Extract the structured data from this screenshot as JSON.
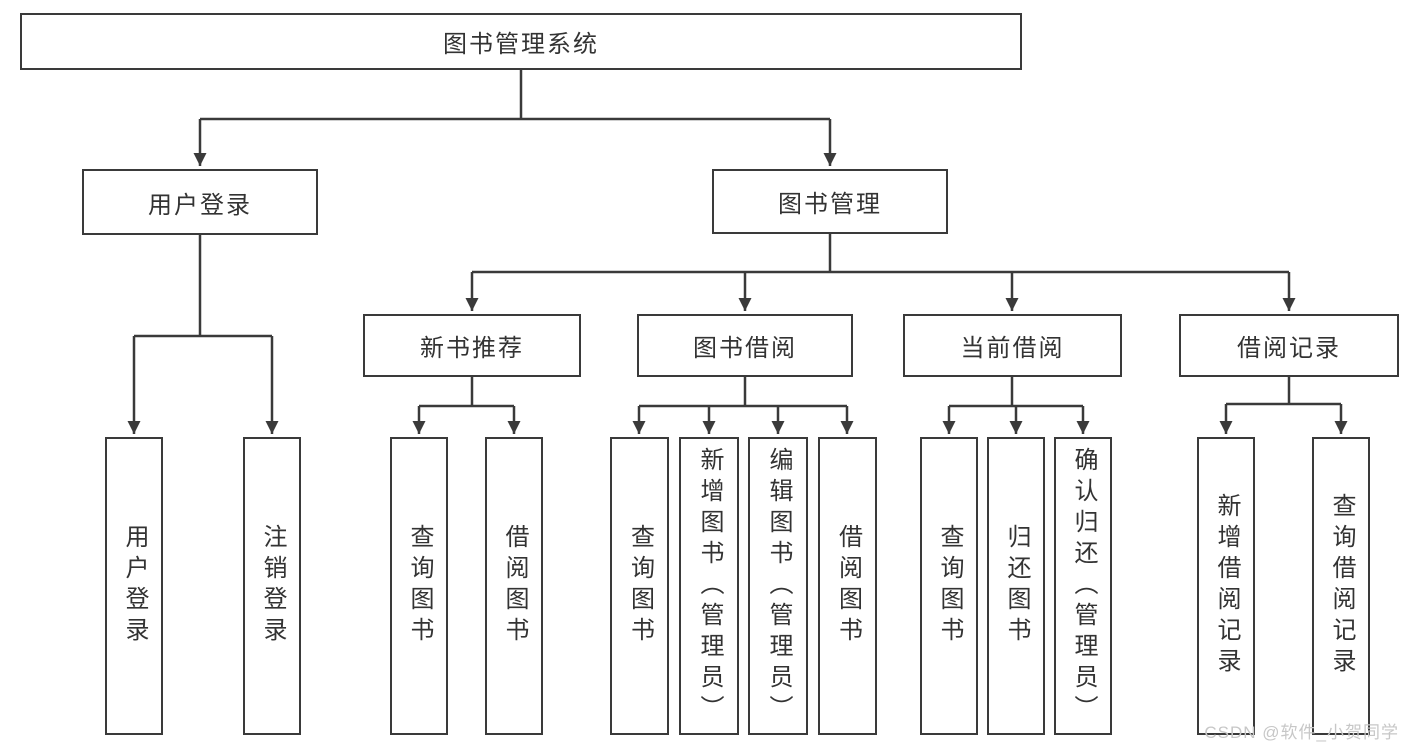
{
  "diagram": {
    "watermark": "CSDN @软件_小贺同学",
    "colors": {
      "line": "#3a3a3a",
      "text": "#333333",
      "background": "#ffffff",
      "watermark": "#c7c7c7"
    },
    "tree": {
      "label": "图书管理系统",
      "children": [
        {
          "label": "用户登录",
          "children": [
            {
              "label": "用户登录"
            },
            {
              "label": "注销登录"
            }
          ]
        },
        {
          "label": "图书管理",
          "children": [
            {
              "label": "新书推荐",
              "children": [
                {
                  "label": "查询图书"
                },
                {
                  "label": "借阅图书"
                }
              ]
            },
            {
              "label": "图书借阅",
              "children": [
                {
                  "label": "查询图书"
                },
                {
                  "label": "新增图书（管理员）"
                },
                {
                  "label": "编辑图书（管理员）"
                },
                {
                  "label": "借阅图书"
                }
              ]
            },
            {
              "label": "当前借阅",
              "children": [
                {
                  "label": "查询图书"
                },
                {
                  "label": "归还图书"
                },
                {
                  "label": "确认归还（管理员）"
                }
              ]
            },
            {
              "label": "借阅记录",
              "children": [
                {
                  "label": "新增借阅记录"
                },
                {
                  "label": "查询借阅记录"
                }
              ]
            }
          ]
        }
      ]
    }
  }
}
